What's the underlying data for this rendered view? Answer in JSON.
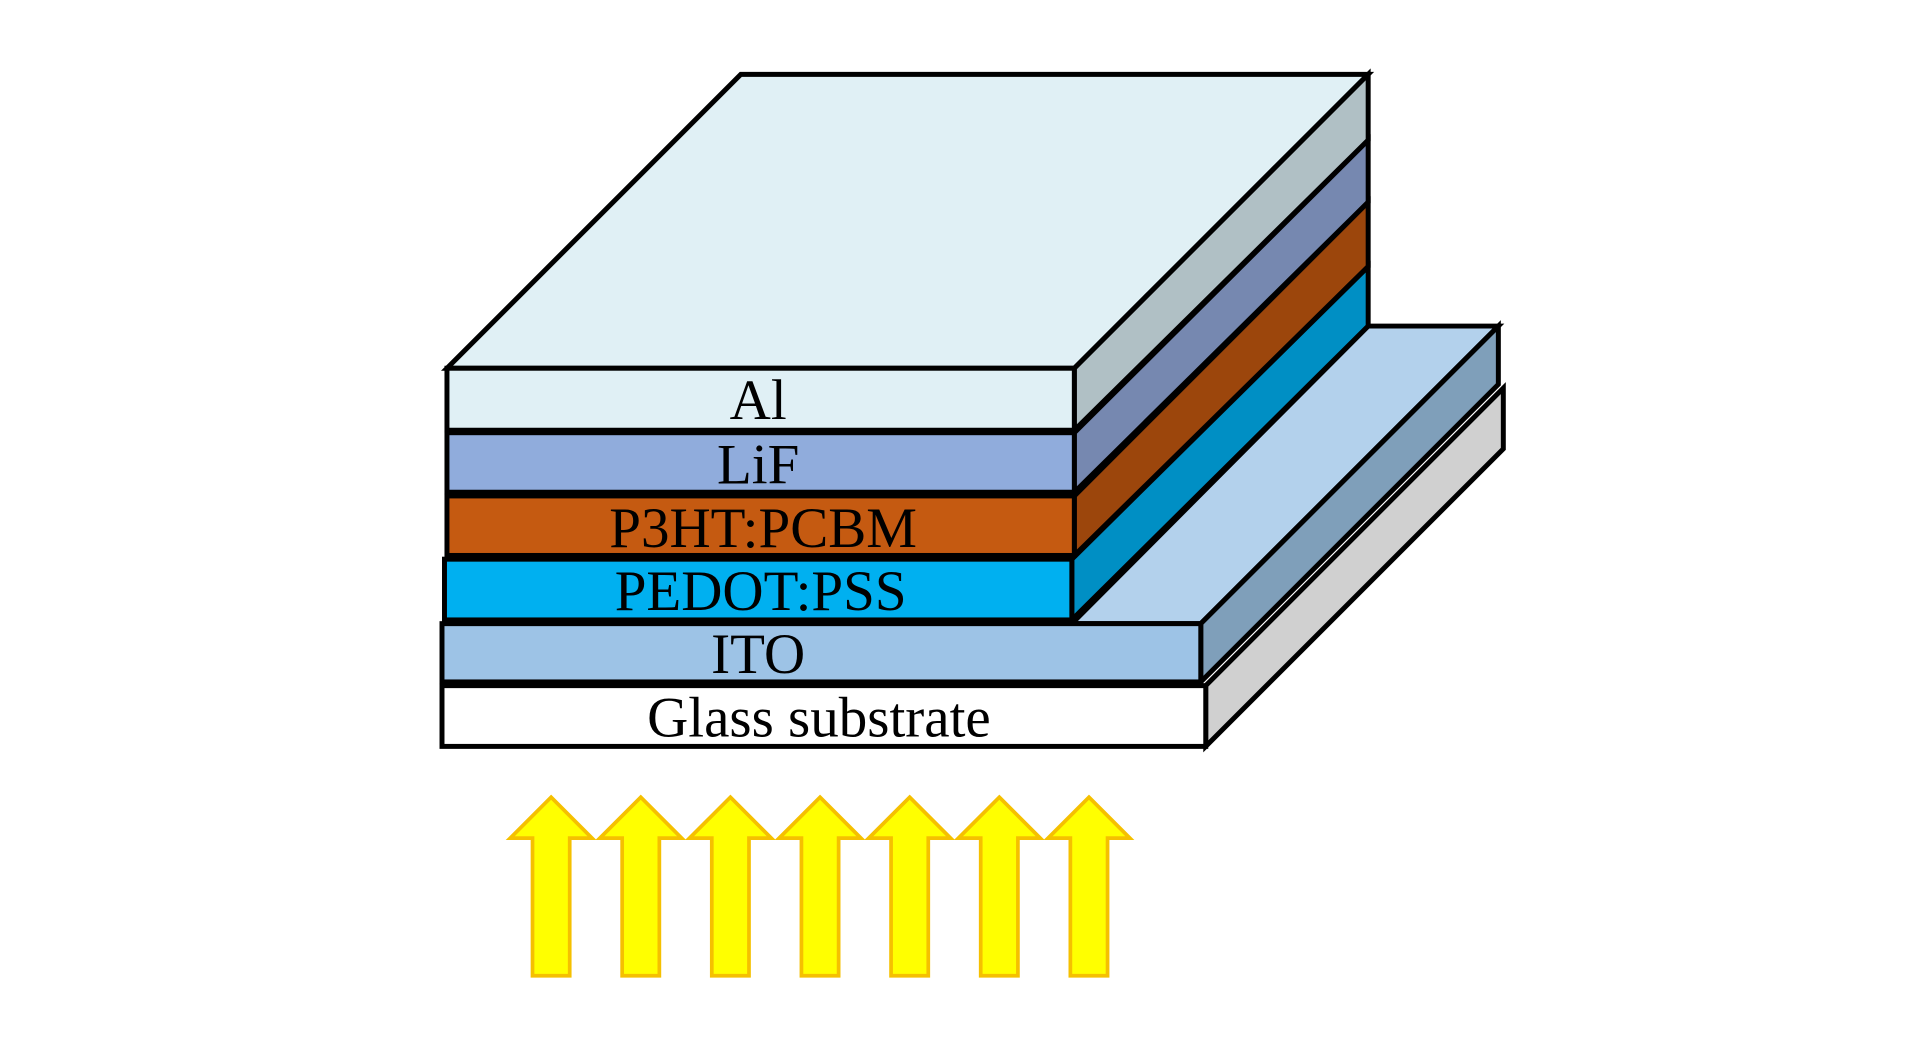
{
  "layers": [
    {
      "label": "Al",
      "front": "#e0f0f5",
      "side": "#b0c0c5",
      "top": "#e0f0f5"
    },
    {
      "label": "LiF",
      "front": "#90acdc",
      "side": "#7688b0"
    },
    {
      "label": "P3HT:PCBM",
      "front": "#c55a11",
      "side": "#9c460c"
    },
    {
      "label": "PEDOT:PSS",
      "front": "#00b0f0",
      "side": "#008fc4"
    },
    {
      "label": "ITO",
      "front": "#9dc3e6",
      "side": "#7f9fba",
      "top": "#b3d1ec"
    },
    {
      "label": "Glass substrate",
      "front": "#ffffff",
      "side": "#d0d0d0"
    }
  ],
  "light": {
    "count": 7,
    "fill": "#ffff00",
    "stroke": "#f5c000"
  }
}
